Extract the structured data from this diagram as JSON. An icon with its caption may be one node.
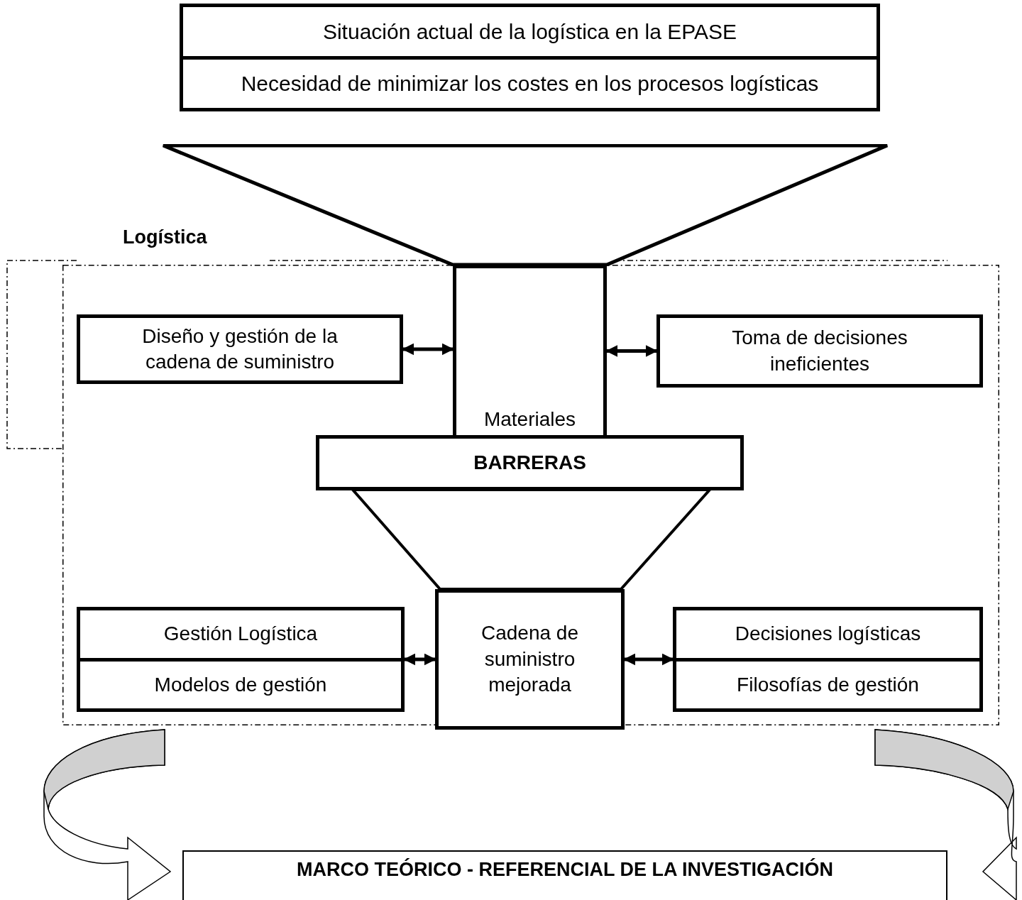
{
  "diagram": {
    "nodes": [
      {
        "text": [
          "Situación actual de la logística en la EPASE",
          "Necesidad de minimizar los costes en los procesos logísticas"
        ]
      },
      {
        "text": [],
        "shape": "funnel"
      },
      {
        "text": [
          "Logística"
        ]
      },
      {
        "text": [
          "Diseño y gestión de la cadena de suministro"
        ],
        "in": 2
      },
      {
        "text": [
          "Materiales"
        ],
        "in": 2
      },
      {
        "text": [
          "Toma de decisiones ineficientes"
        ],
        "in": 2
      },
      {
        "text": [
          "BARRERAS"
        ],
        "in": 2
      },
      {
        "text": [],
        "shape": "funnel",
        "in": 2
      },
      {
        "text": [
          "Cadena de suministro mejorada"
        ],
        "in": 2
      },
      {
        "text": [
          "Gestión Logística",
          "Modelos de gestión"
        ],
        "in": 2
      },
      {
        "text": [
          "Decisiones logísticas",
          "Filosofías de gestión"
        ],
        "in": 2
      },
      {
        "text": [
          "MARCO TEÓRICO - REFERENCIAL DE LA INVESTIGACIÓN"
        ]
      }
    ],
    "edges": [
      {
        "from": 3,
        "to": 4,
        "arrow": "both"
      },
      {
        "from": 4,
        "to": 5,
        "arrow": "both"
      },
      {
        "from": 9,
        "to": 8,
        "arrow": "both"
      },
      {
        "from": 8,
        "to": 10,
        "arrow": "both"
      },
      {
        "from": 2,
        "to": 11,
        "arrow": "to"
      },
      {
        "from": 2,
        "to": 11,
        "arrow": "to"
      }
    ]
  }
}
